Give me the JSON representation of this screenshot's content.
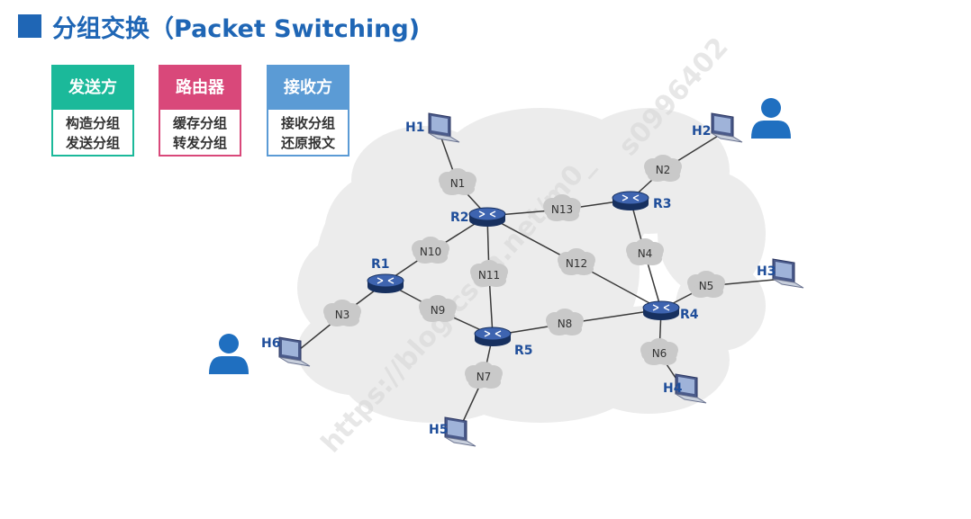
{
  "title": "分组交换（Packet Switching)",
  "roles": [
    {
      "header": "发送方",
      "lines": [
        "构造分组",
        "发送分组"
      ],
      "color": "#1bb99a"
    },
    {
      "header": "路由器",
      "lines": [
        "缓存分组",
        "转发分组"
      ],
      "color": "#d9487a"
    },
    {
      "header": "接收方",
      "lines": [
        "接收分组",
        "还原报文"
      ],
      "color": "#5b9bd5"
    }
  ],
  "hosts": [
    "H1",
    "H2",
    "H3",
    "H4",
    "H5",
    "H6"
  ],
  "routers": [
    "R1",
    "R2",
    "R3",
    "R4",
    "R5"
  ],
  "networks": [
    "N1",
    "N2",
    "N3",
    "N4",
    "N5",
    "N6",
    "N7",
    "N8",
    "N9",
    "N10",
    "N11",
    "N12",
    "N13"
  ],
  "watermark": [
    "https://blog.csdn.net/m0_",
    "s0996402"
  ],
  "colors": {
    "accent": "#1f66b5",
    "router": "#1e3f7a",
    "cloud": "#c9c9c9",
    "user": "#1f6fc0"
  }
}
